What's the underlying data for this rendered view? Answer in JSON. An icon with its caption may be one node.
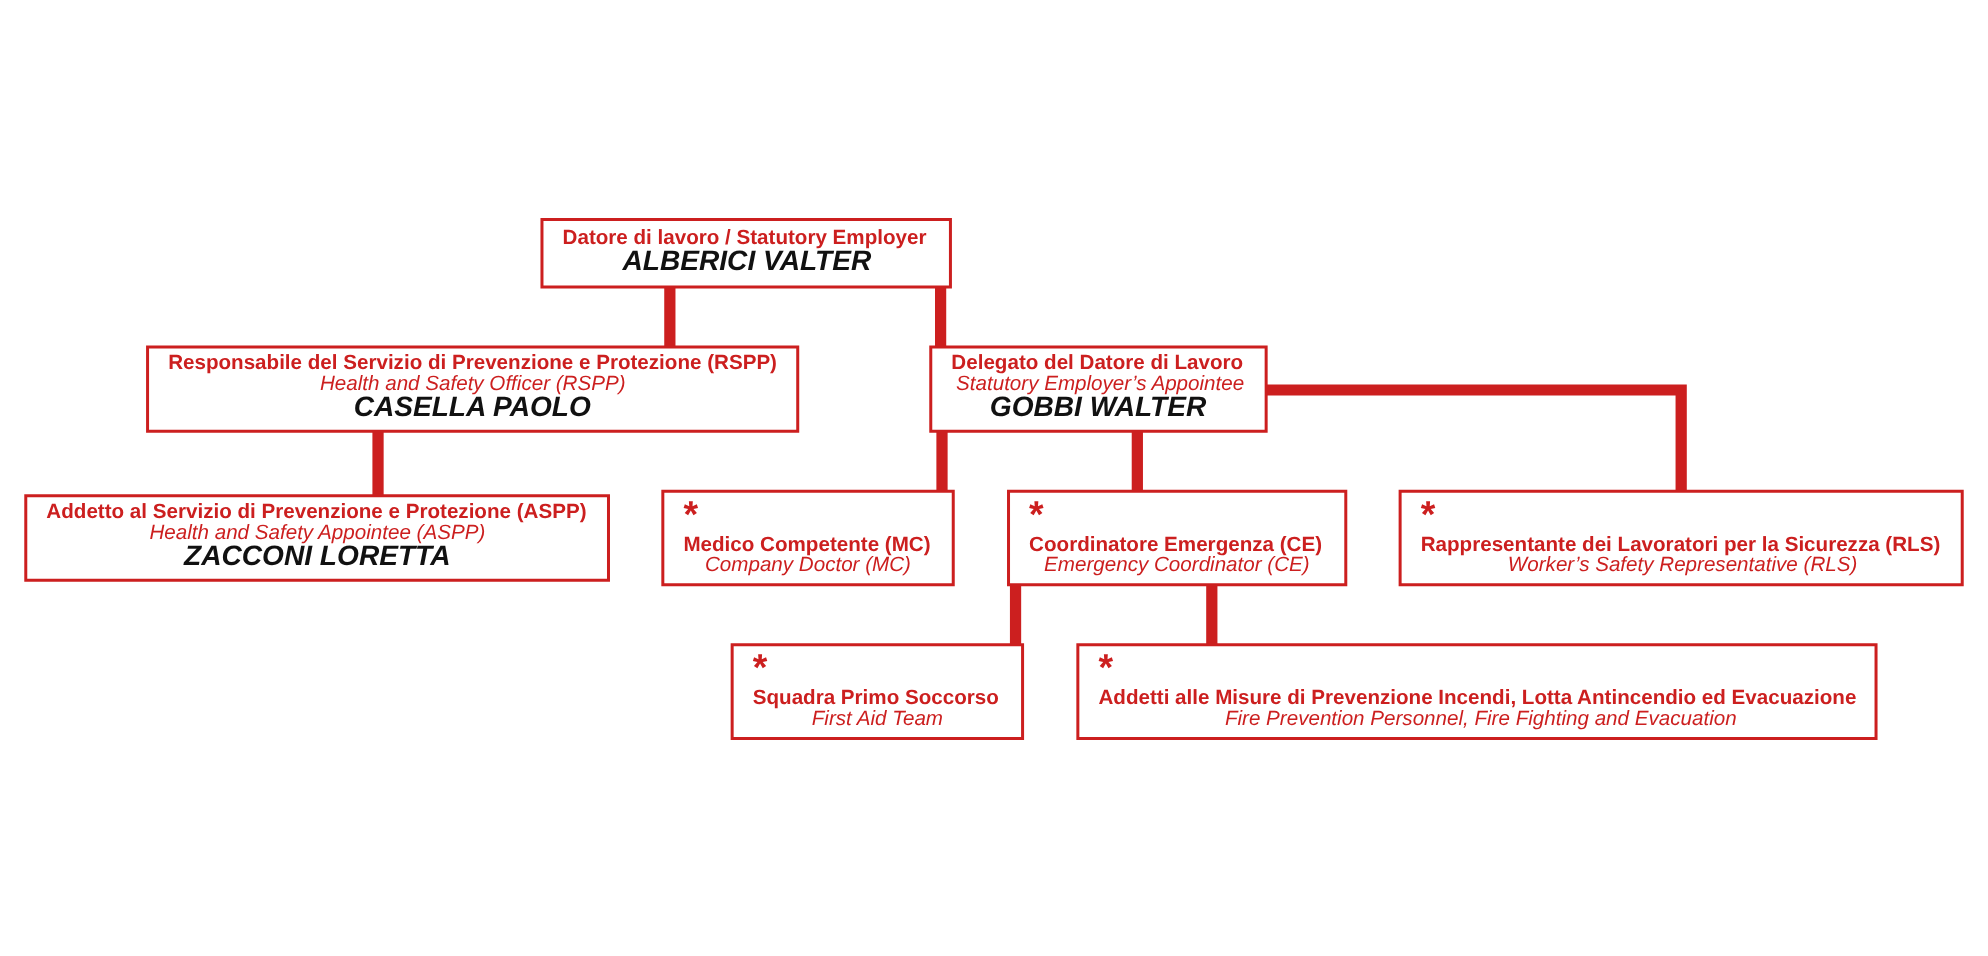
{
  "diagram": {
    "nodes": [
      {
        "text": [
          "Datore di lavoro / Statutory Employer",
          "ALBERICI VALTER"
        ]
      },
      {
        "text": [
          "Responsabile del Servizio di Prevenzione e Protezione (RSPP)",
          "Health and Safety Officer (RSPP)",
          "CASELLA PAOLO"
        ]
      },
      {
        "text": [
          "Delegato del Datore di Lavoro",
          "Statutory Employer’s Appointee",
          "GOBBI WALTER"
        ]
      },
      {
        "text": [
          "Addetto al Servizio di Prevenzione e Protezione (ASPP)",
          "Health and Safety Appointee (ASPP)",
          "ZACCONI LORETTA"
        ]
      },
      {
        "text": [
          "*",
          "Medico Competente (MC)",
          "Company Doctor (MC)"
        ]
      },
      {
        "text": [
          "*",
          "Coordinatore Emergenza (CE)",
          "Emergency Coordinator (CE)"
        ]
      },
      {
        "text": [
          "*",
          "Rappresentante dei Lavoratori per la Sicurezza (RLS)",
          "Worker’s Safety Representative (RLS)"
        ]
      },
      {
        "text": [
          "*",
          "Squadra Primo Soccorso",
          "First Aid Team"
        ]
      },
      {
        "text": [
          "*",
          "Addetti alle Misure di Prevenzione Incendi, Lotta Antincendio ed Evacuazione",
          "Fire Prevention Personnel, Fire Fighting and Evacuation"
        ]
      }
    ],
    "edges": [
      {
        "from": 0,
        "to": 1,
        "arrow": "none"
      },
      {
        "from": 0,
        "to": 2,
        "arrow": "none"
      },
      {
        "from": 1,
        "to": 3,
        "arrow": "none"
      },
      {
        "from": 2,
        "to": 4,
        "arrow": "none"
      },
      {
        "from": 2,
        "to": 5,
        "arrow": "none"
      },
      {
        "from": 2,
        "to": 6,
        "arrow": "none"
      },
      {
        "from": 5,
        "to": 7,
        "arrow": "none"
      },
      {
        "from": 5,
        "to": 8,
        "arrow": "none"
      }
    ]
  }
}
